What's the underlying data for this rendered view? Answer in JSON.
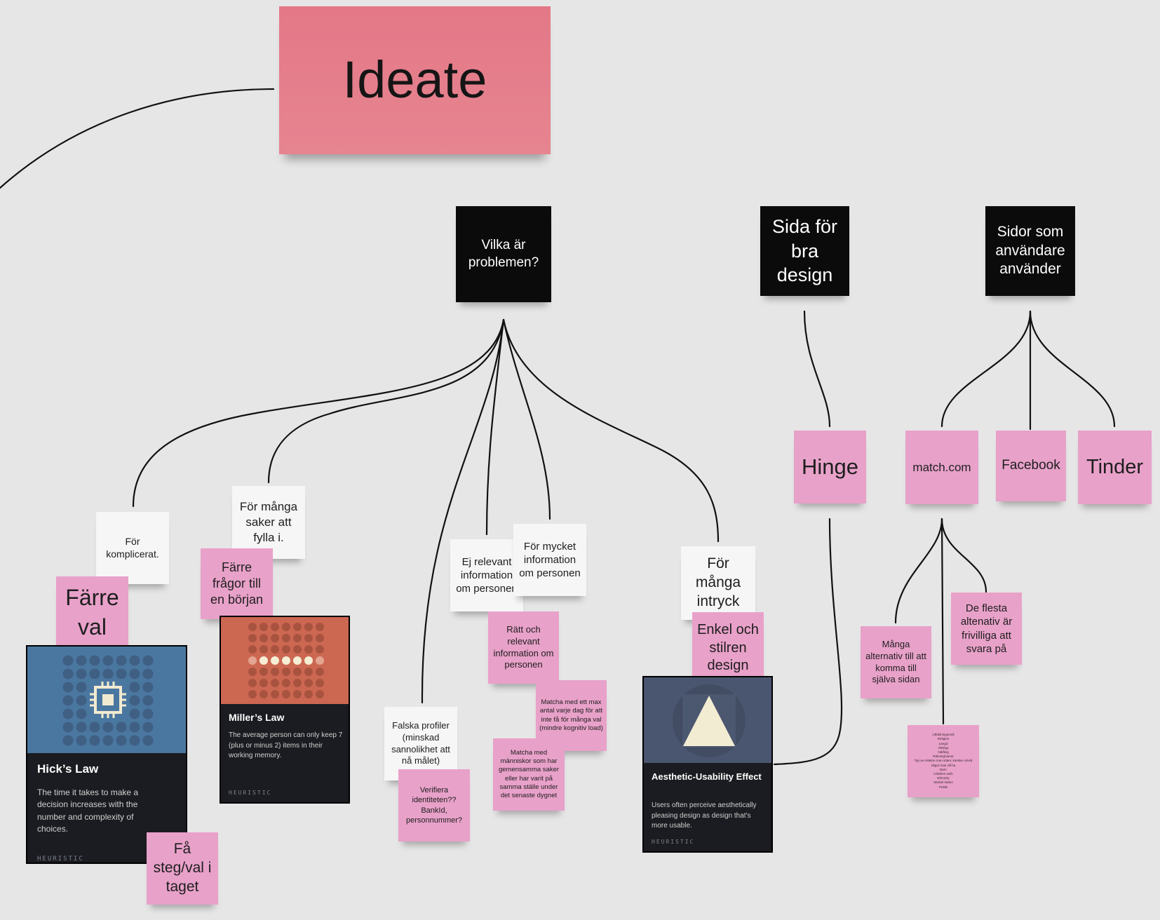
{
  "board": {
    "title": "Ideate",
    "headers": {
      "problems": "Vilka är problemen?",
      "good_design": "Sida för bra design",
      "used_sites": "Sidor som användare använder"
    },
    "problems": {
      "too_complicated": "För komplicerat.",
      "too_many_fields": "För många saker att fylla i.",
      "irrelevant_info": "Ej relevant information om personen",
      "too_much_info": "För mycket information om personen",
      "too_many_impressions": "För många intryck",
      "fake_profiles": "Falska profiler (minskad sannolikhet att nå målet)"
    },
    "solutions": {
      "fewer_choices": "Färre val",
      "fewer_questions": "Färre frågor till en början",
      "few_steps": "Få steg/val i taget",
      "right_info": "Rätt och relevant information om personen",
      "match_max": "Matcha med ett max antal varje dag för att inte få för många val (mindre kognitiv load)",
      "match_people": "Matcha med människor som har gemensamma saker eller har varit på samma ställe under det senaste dygnet",
      "verify": "Verifiera identiteten?? BankId, personnummer?",
      "simple_design": "Enkel och stilren design"
    },
    "sites": {
      "hinge": "Hinge",
      "match": "match.com",
      "facebook": "Facebook",
      "tinder": "Tinder"
    },
    "match_notes": {
      "many_alternatives": "Många alternativ till att komma till själva sidan",
      "optional": "De flesta altenativ är frivilliga att svara på",
      "tiny_list": [
        "Utbildningsnivå",
        "Religion",
        "Längd",
        "Vikt/typ",
        "Hårfärg",
        "Rökning/vanor",
        "Typ av relation man söker, kanske också något man vill ha",
        "Barn",
        "Children wish",
        "Ethnicity",
        "Marital status",
        "Politik"
      ]
    },
    "cards": {
      "hicks": {
        "title": "Hick’s Law",
        "desc": "The time it takes to make a decision increases with the number and complexity of choices.",
        "tag": "HEURISTIC"
      },
      "millers": {
        "title": "Miller’s Law",
        "desc": "The average person can only keep 7 (plus or minus 2) items in their working memory.",
        "tag": "HEURISTIC"
      },
      "aesthetic": {
        "title": "Aesthetic-Usability Effect",
        "desc": "Users often perceive aesthetically pleasing design as design that's more usable.",
        "tag": "HEURISTIC"
      }
    }
  },
  "colors": {
    "background": "#e6e6e6",
    "title_note": "#e47f8b",
    "pink_note": "#e8a1c9",
    "white_note": "#f6f6f6",
    "black_note": "#0b0b0b",
    "card_dark": "#1b1c21",
    "hicks_art": "#4a77a0",
    "millers_art": "#cc6752",
    "aesthetic_art": "#4a5670"
  },
  "icons": {
    "hicks": "chip-icon",
    "millers": "dot-grid-icon",
    "aesthetic": "triangle-icon"
  }
}
